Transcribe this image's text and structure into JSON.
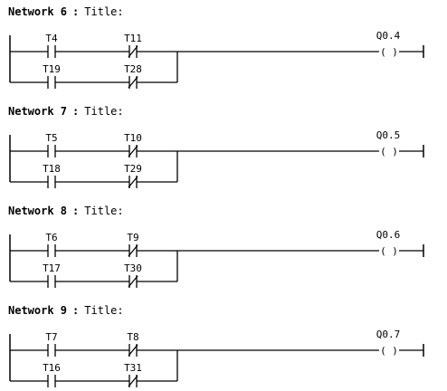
{
  "networks": [
    {
      "label": "Network 6",
      "separator": ":",
      "title": "Title:",
      "branches": [
        {
          "contact": {
            "label": "T4",
            "type": "NO"
          },
          "nc_contact": {
            "label": "T11",
            "type": "NC"
          }
        },
        {
          "contact": {
            "label": "T19",
            "type": "NO"
          },
          "nc_contact": {
            "label": "T28",
            "type": "NC"
          }
        }
      ],
      "coil": {
        "label": "Q0.4",
        "symbol": "( )"
      }
    },
    {
      "label": "Network 7",
      "separator": ":",
      "title": "Title:",
      "branches": [
        {
          "contact": {
            "label": "T5",
            "type": "NO"
          },
          "nc_contact": {
            "label": "T10",
            "type": "NC"
          }
        },
        {
          "contact": {
            "label": "T18",
            "type": "NO"
          },
          "nc_contact": {
            "label": "T29",
            "type": "NC"
          }
        }
      ],
      "coil": {
        "label": "Q0.5",
        "symbol": "( )"
      }
    },
    {
      "label": "Network 8",
      "separator": ":",
      "title": "Title:",
      "branches": [
        {
          "contact": {
            "label": "T6",
            "type": "NO"
          },
          "nc_contact": {
            "label": "T9",
            "type": "NC"
          }
        },
        {
          "contact": {
            "label": "T17",
            "type": "NO"
          },
          "nc_contact": {
            "label": "T30",
            "type": "NC"
          }
        }
      ],
      "coil": {
        "label": "Q0.6",
        "symbol": "( )"
      }
    },
    {
      "label": "Network 9",
      "separator": ":",
      "title": "Title:",
      "branches": [
        {
          "contact": {
            "label": "T7",
            "type": "NO"
          },
          "nc_contact": {
            "label": "T8",
            "type": "NC"
          }
        },
        {
          "contact": {
            "label": "T16",
            "type": "NO"
          },
          "nc_contact": {
            "label": "T31",
            "type": "NC"
          }
        }
      ],
      "coil": {
        "label": "Q0.7",
        "symbol": "( )"
      }
    }
  ]
}
